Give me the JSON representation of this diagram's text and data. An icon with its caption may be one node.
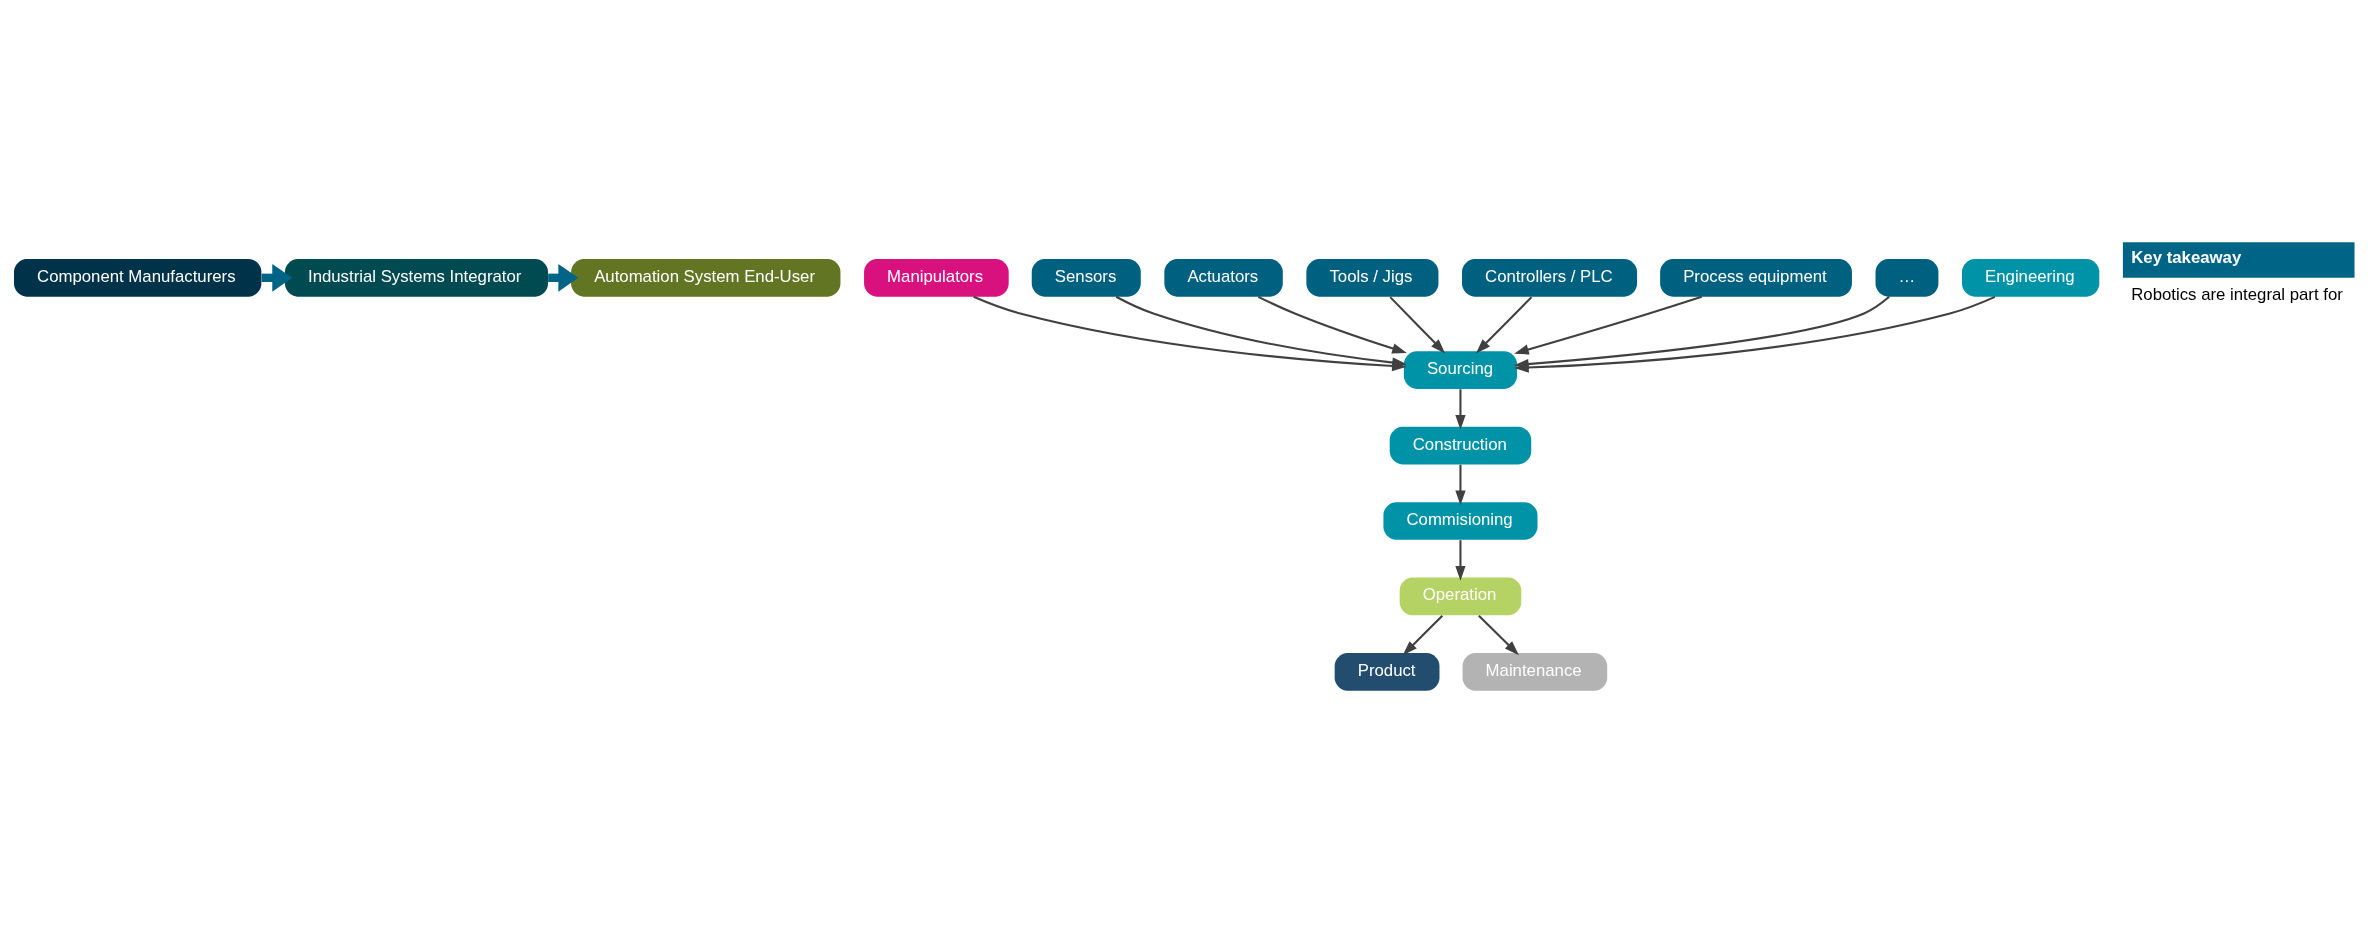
{
  "diagram": {
    "nodes": [
      {
        "text": [
          "Component Manufacturers"
        ]
      },
      {
        "text": [
          "Industrial Systems Integrator"
        ]
      },
      {
        "text": [
          "Automation System End-User"
        ]
      },
      {
        "text": [
          "Manipulators"
        ]
      },
      {
        "text": [
          "Sensors"
        ]
      },
      {
        "text": [
          "Actuators"
        ]
      },
      {
        "text": [
          "Tools / Jigs"
        ]
      },
      {
        "text": [
          "Controllers / PLC"
        ]
      },
      {
        "text": [
          "Process equipment"
        ]
      },
      {
        "text": [
          "…"
        ]
      },
      {
        "text": [
          "Engineering"
        ]
      },
      {
        "text": [
          "Sourcing"
        ]
      },
      {
        "text": [
          "Construction"
        ]
      },
      {
        "text": [
          "Commisioning"
        ]
      },
      {
        "text": [
          "Operation"
        ]
      },
      {
        "text": [
          "Product"
        ]
      },
      {
        "text": [
          "Maintenance"
        ]
      },
      {
        "text": [
          "Key takeaway",
          "Robotics are integral part for"
        ]
      }
    ],
    "edges": [
      {
        "from": 0,
        "to": 1,
        "arrow": "to",
        "style": "thick",
        "color": "#006487"
      },
      {
        "from": 1,
        "to": 2,
        "arrow": "to",
        "style": "thick",
        "color": "#006487"
      },
      {
        "from": 3,
        "to": 11,
        "arrow": "to"
      },
      {
        "from": 4,
        "to": 11,
        "arrow": "to"
      },
      {
        "from": 5,
        "to": 11,
        "arrow": "to"
      },
      {
        "from": 6,
        "to": 11,
        "arrow": "to"
      },
      {
        "from": 7,
        "to": 11,
        "arrow": "to"
      },
      {
        "from": 8,
        "to": 11,
        "arrow": "to"
      },
      {
        "from": 9,
        "to": 11,
        "arrow": "to"
      },
      {
        "from": 10,
        "to": 11,
        "arrow": "to"
      },
      {
        "from": 11,
        "to": 12,
        "arrow": "to"
      },
      {
        "from": 12,
        "to": 13,
        "arrow": "to"
      },
      {
        "from": 13,
        "to": 14,
        "arrow": "to"
      },
      {
        "from": 14,
        "to": 15,
        "arrow": "to"
      },
      {
        "from": 14,
        "to": 16,
        "arrow": "to"
      }
    ]
  }
}
